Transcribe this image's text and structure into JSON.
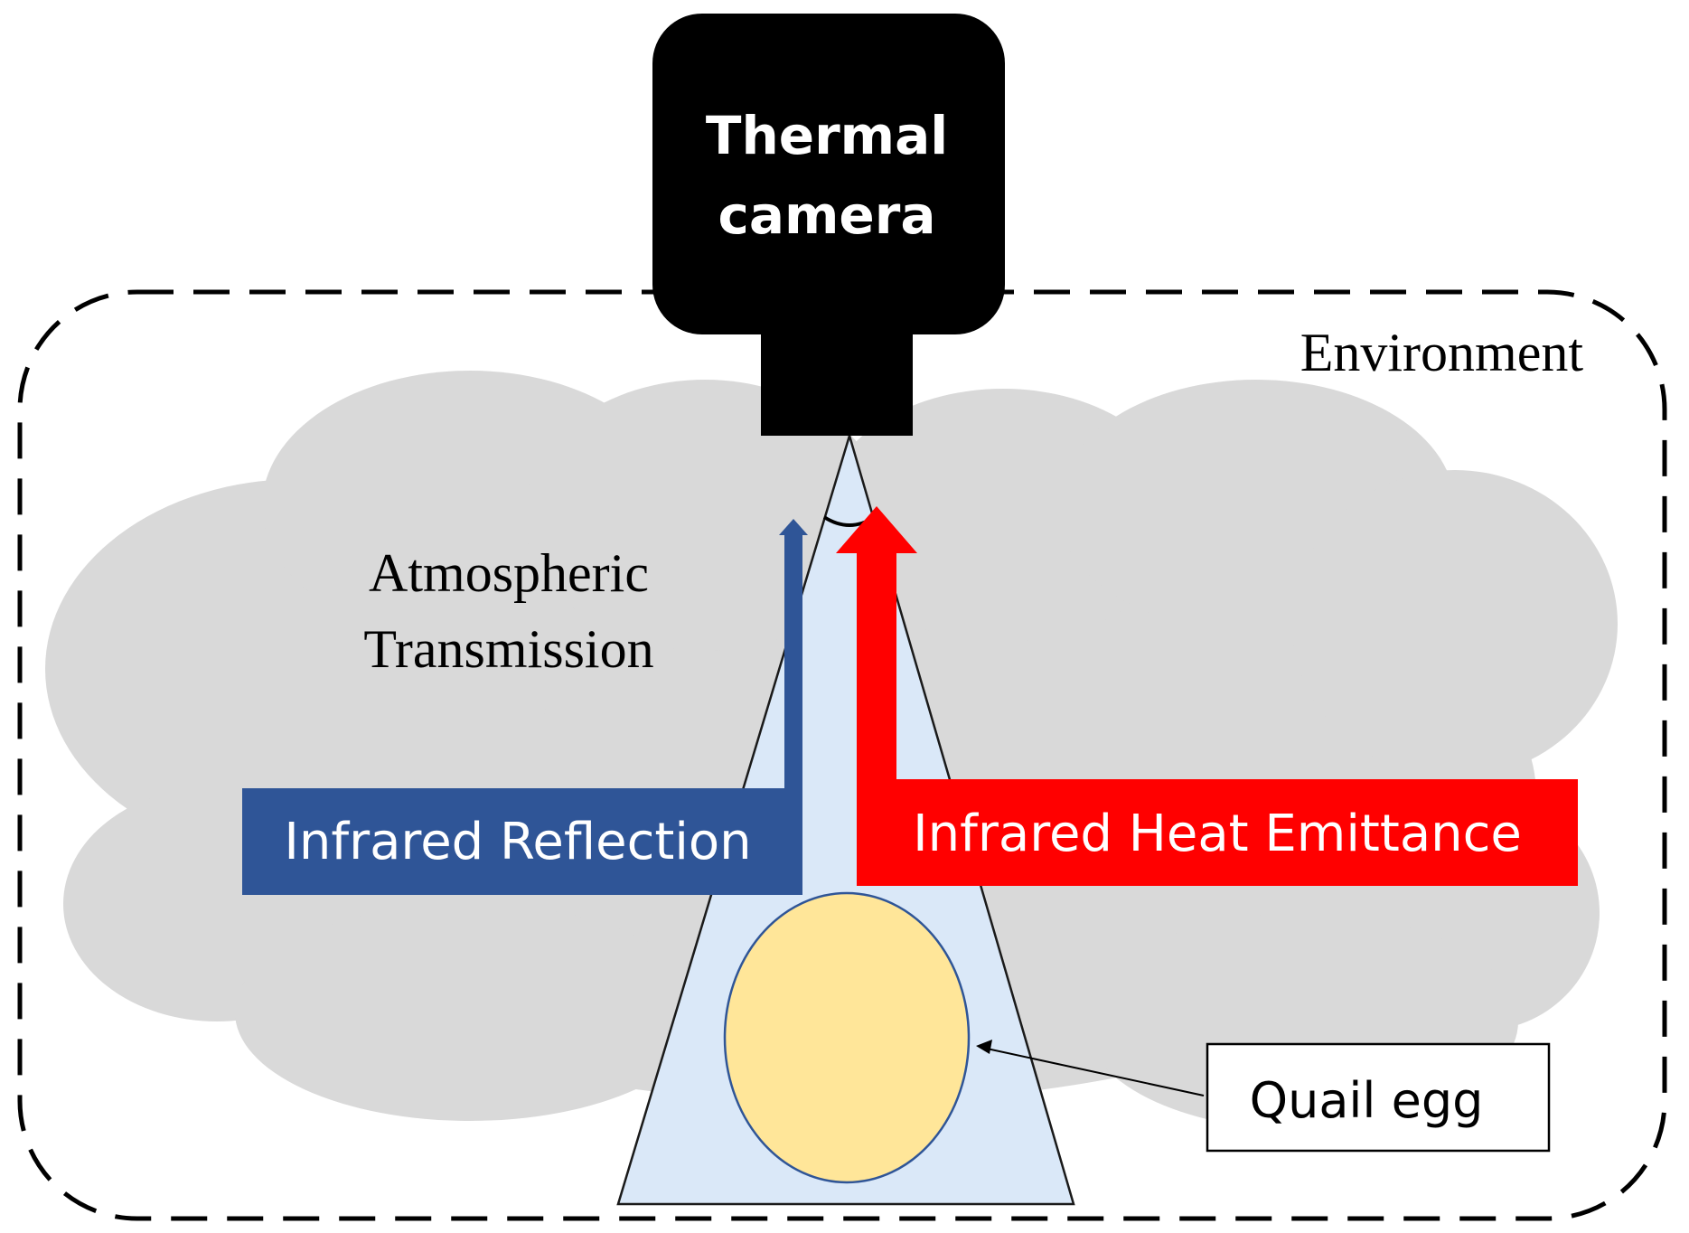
{
  "camera": {
    "line1": "Thermal",
    "line2": "camera"
  },
  "environment_label": "Environment",
  "atmospheric": {
    "line1": "Atmospheric",
    "line2": "Transmission"
  },
  "reflection_label": "Infrared Reflection",
  "emittance_label": "Infrared Heat Emittance",
  "egg_label": "Quail egg",
  "colors": {
    "reflection": "#2f5597",
    "emittance": "#ff0000",
    "cloud": "#d9d9d9",
    "cone": "#dae8f8",
    "egg": "#ffe699",
    "egg_outline": "#2f5597",
    "camera": "#000000"
  }
}
